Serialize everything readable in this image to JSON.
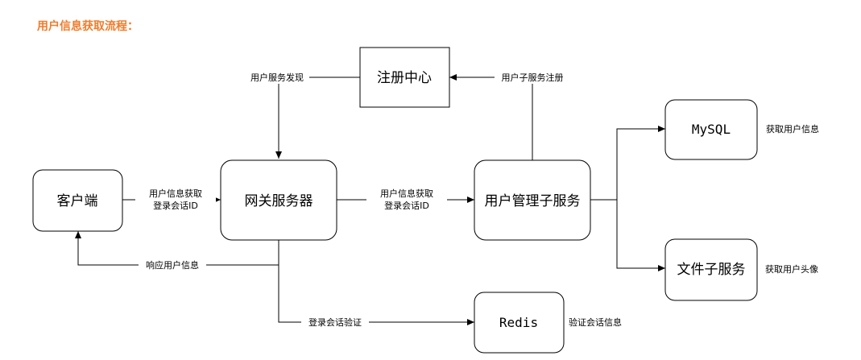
{
  "title": "用户信息获取流程：",
  "colors": {
    "title": "#f07c2c",
    "line": "#000000",
    "box_fill": "#ffffff"
  },
  "nodes": {
    "registry": "注册中心",
    "client": "客户端",
    "gateway": "网关服务器",
    "user_service": "用户管理子服务",
    "mysql": "MySQL",
    "file_service": "文件子服务",
    "redis": "Redis"
  },
  "edges": {
    "service_discovery": "用户服务发现",
    "service_register": "用户子服务注册",
    "client_to_gateway_1": "用户信息获取",
    "client_to_gateway_2": "登录会话ID",
    "gateway_to_user_1": "用户信息获取",
    "gateway_to_user_2": "登录会话ID",
    "response": "响应用户信息",
    "session_verify": "登录会话验证"
  },
  "notes": {
    "mysql": "获取用户信息",
    "file_service": "获取用户头像",
    "redis": "验证会话信息"
  }
}
